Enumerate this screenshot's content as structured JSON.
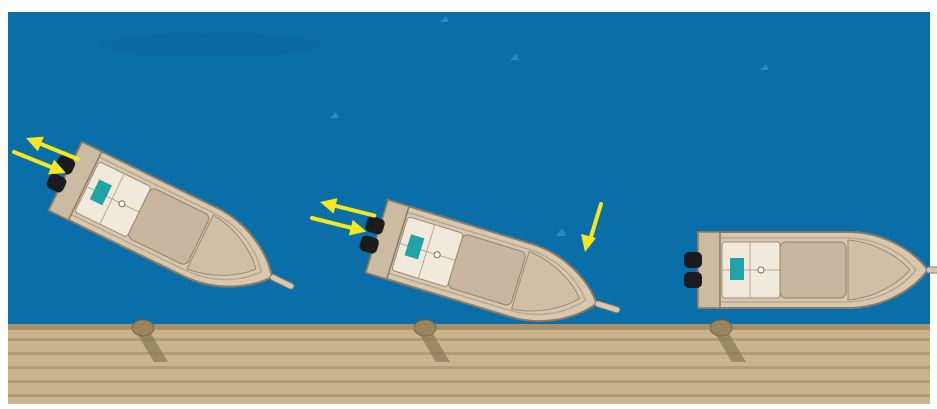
{
  "scene": {
    "description_free": true,
    "colors": {
      "water": "#0a6fa8",
      "water_highlight": "#2a8cc4",
      "dock_plank_light": "#c9b48e",
      "dock_plank_dark": "#a8916a",
      "dock_shadow": "#8a7552",
      "piling": "#9b835c",
      "hull": "#d8c8b0",
      "hull_outline": "#8a7a64",
      "deck": "#c7b7a0",
      "console": "#f1eadc",
      "screen": "#1fa3a6",
      "engine": "#1b1b1b",
      "arrow": "#f5e620"
    },
    "icons": [
      "boat-icon",
      "outboard-engine-icon",
      "thrust-arrow-icon",
      "dock-piling-icon"
    ],
    "steps": [
      {
        "id": "step-1",
        "engines": 2,
        "arrows": [
          "forward",
          "reverse"
        ],
        "bow_arrow": false
      },
      {
        "id": "step-2",
        "engines": 2,
        "arrows": [
          "forward",
          "reverse"
        ],
        "bow_arrow": true
      },
      {
        "id": "step-3",
        "engines": 2,
        "arrows": [],
        "bow_arrow": false
      }
    ]
  }
}
